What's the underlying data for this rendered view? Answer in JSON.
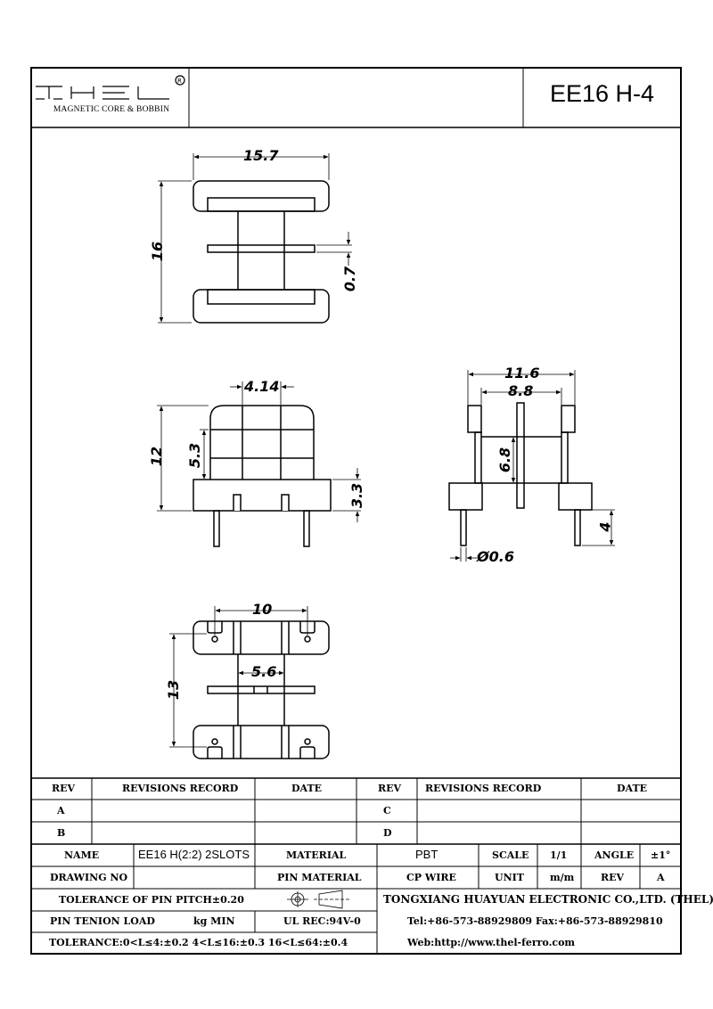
{
  "header": {
    "logo": "THEL",
    "logo_registered": "®",
    "logo_subtitle": "MAGNETIC CORE & BOBBIN",
    "part_title": "EE16 H-4"
  },
  "dimensions": {
    "top_width": "15.7",
    "top_height": "16",
    "flange_thickness": "0.7",
    "front_core_width": "4.14",
    "front_height": "12",
    "front_winding": "5.3",
    "front_base": "3.3",
    "side_width": "11.6",
    "side_inner": "8.8",
    "side_height": "6.8",
    "pin_dia": "Ø0.6",
    "pin_length": "4",
    "bottom_width": "10",
    "bottom_inner": "5.6",
    "bottom_height": "13"
  },
  "revisions": {
    "headers": [
      "REV",
      "REVISIONS RECORD",
      "DATE",
      "REV",
      "REVISIONS RECORD",
      "DATE"
    ],
    "rows": [
      {
        "rev_left": "A",
        "rev_right": "C"
      },
      {
        "rev_left": "B",
        "rev_right": "D"
      }
    ]
  },
  "title_block": {
    "name_label": "NAME",
    "name_value": "EE16 H(2:2) 2SLOTS",
    "material_label": "MATERIAL",
    "material_value": "PBT",
    "scale_label": "SCALE",
    "scale_value": "1/1",
    "angle_label": "ANGLE",
    "angle_value": "±1°",
    "drawing_no_label": "DRAWING NO",
    "pin_material_label": "PIN MATERIAL",
    "pin_material_value": "CP WIRE",
    "unit_label": "UNIT",
    "unit_value": "m/m",
    "rev_label": "REV",
    "rev_value": "A",
    "tolerance_pitch": "TOLERANCE OF PIN PITCH±0.20",
    "pin_load_label": "PIN TENION LOAD",
    "pin_load_unit": "kg MIN",
    "ul_rec": "UL REC:94V-0",
    "tolerance": "TOLERANCE:0<L≤4:±0.2  4<L≤16:±0.3  16<L≤64:±0.4",
    "company": "TONGXIANG HUAYUAN ELECTRONIC CO.,LTD.  (THEL)",
    "tel_fax": "Tel:+86-573-88929809 Fax:+86-573-88929810",
    "web": "Web:http://www.thel-ferro.com"
  }
}
